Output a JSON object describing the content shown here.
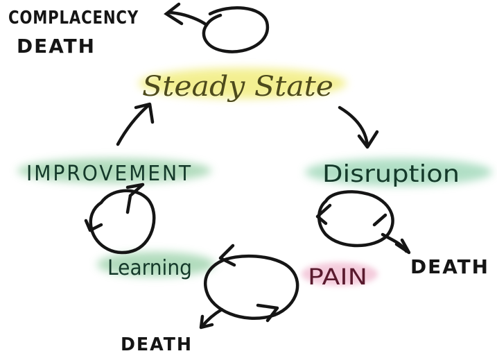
{
  "labels": {
    "complacency_death": [
      "COMPLACENCY",
      "DEATH"
    ],
    "steady_state": "Steady State",
    "disruption": "Disruption",
    "improvement": "IMPROVEMENT",
    "learning": "Learning",
    "pain": "PAIN",
    "death_right": "DEATH",
    "death_bottom": "DEATH"
  },
  "colors": {
    "ink": "#151515",
    "steady_highlight": "#f3ef8c",
    "disruption_highlight": "#a9dcc0",
    "improvement_highlight": "#a9d8b6",
    "learning_highlight": "#a9d8b6",
    "pain_highlight": "#f3c6d8",
    "steady_text": "#4d4a1c",
    "green_text": "#14392a",
    "pain_text": "#5a1a2e"
  }
}
